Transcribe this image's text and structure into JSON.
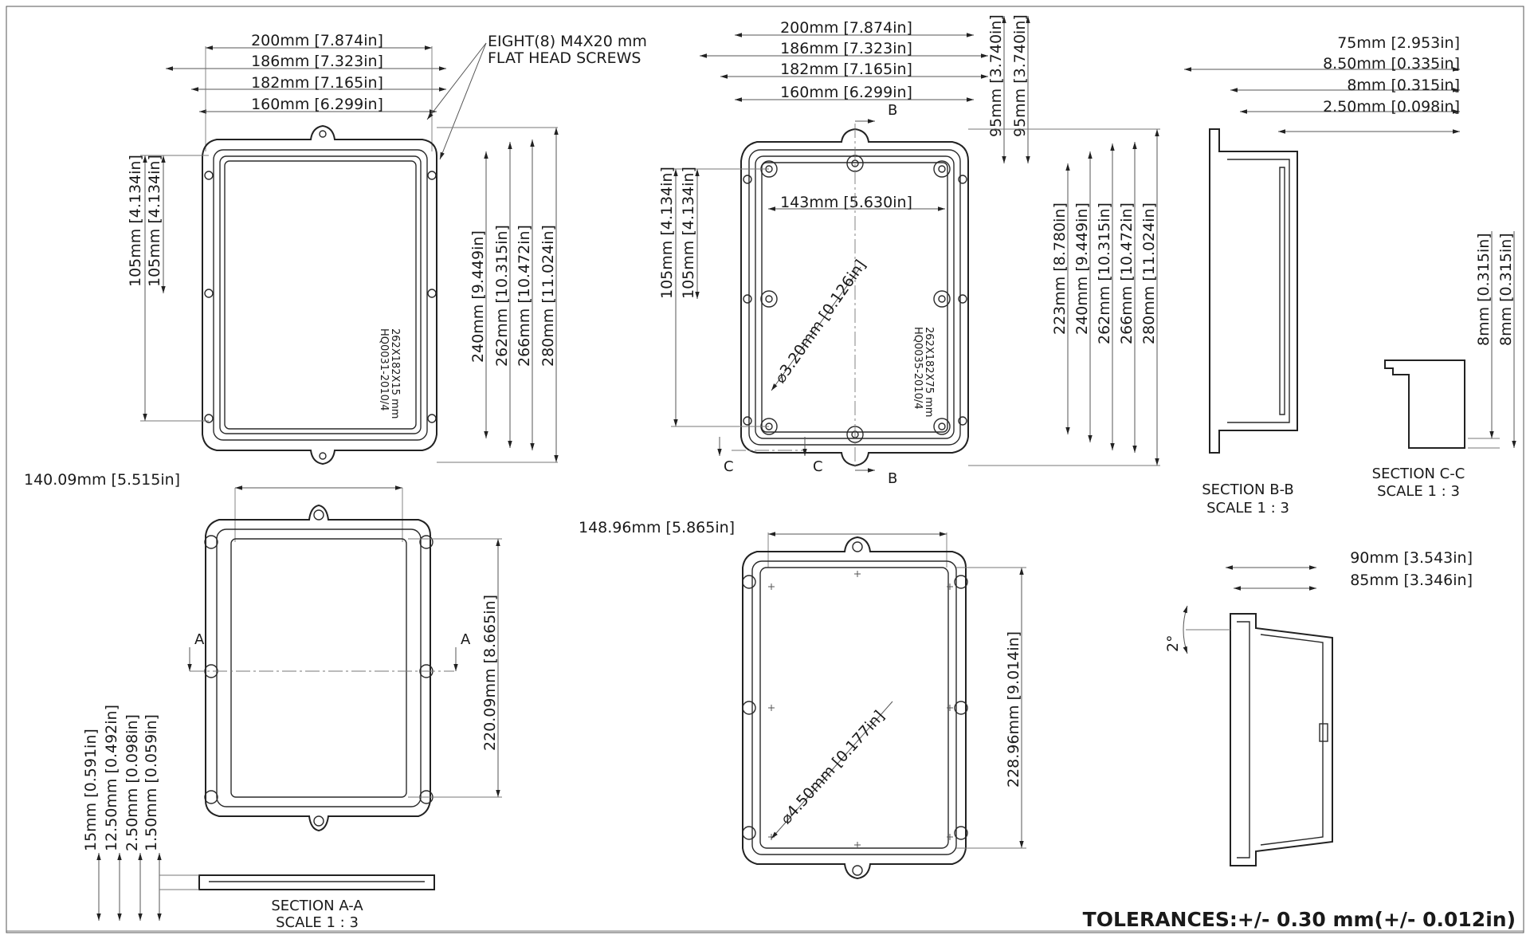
{
  "views": {
    "top_left": {
      "horiz_dims": [
        "200mm [7.874in]",
        "186mm [7.323in]",
        "182mm [7.165in]",
        "160mm [6.299in]"
      ],
      "vert_dims_left": [
        "105mm [4.134in]",
        "105mm [4.134in]"
      ],
      "vert_dims_right": [
        "240mm [9.449in]",
        "262mm [10.315in]",
        "266mm [10.472in]",
        "280mm [11.024in]"
      ],
      "screw_note_line1": "EIGHT(8) M4X20 mm",
      "screw_note_line2": "FLAT HEAD SCREWS",
      "part_label_line1": "HQ0031-2010/4",
      "part_label_line2": "262X182X15 mm"
    },
    "top_middle": {
      "horiz_dims": [
        "200mm [7.874in]",
        "186mm [7.323in]",
        "182mm [7.165in]",
        "160mm [6.299in]"
      ],
      "inner_dim": "143mm [5.630in]",
      "vert_dims_left": [
        "105mm [4.134in]",
        "105mm [4.134in]"
      ],
      "vert_dims_top": [
        "95mm [3.740in]",
        "95mm [3.740in]"
      ],
      "vert_dims_right": [
        "223mm [8.780in]",
        "240mm [9.449in]",
        "262mm [10.315in]",
        "266mm [10.472in]",
        "280mm [11.024in]"
      ],
      "hole_dim": "⌀3.20mm [0.126in]",
      "part_label_line1": "HQ0035-2010/4",
      "part_label_line2": "262X182X75 mm",
      "cut_b": "B",
      "cut_c": "C"
    },
    "section_bb": {
      "dims": [
        "75mm [2.953in]",
        "8.50mm [0.335in]",
        "8mm [0.315in]",
        "2.50mm [0.098in]"
      ],
      "title": "SECTION B-B",
      "scale": "SCALE 1 : 3"
    },
    "section_cc": {
      "dims": [
        "8mm [0.315in]",
        "8mm [0.315in]"
      ],
      "title": "SECTION C-C",
      "scale": "SCALE 1 : 3"
    },
    "bottom_left": {
      "width_dim": "140.09mm [5.515in]",
      "height_dim": "220.09mm [8.665in]",
      "cut_a": "A",
      "thickness_dims": [
        "15mm [0.591in]",
        "12.50mm [0.492in]",
        "2.50mm [0.098in]",
        "1.50mm [0.059in]"
      ],
      "section_title": "SECTION A-A",
      "section_scale": "SCALE 1 : 3"
    },
    "bottom_middle": {
      "width_dim": "148.96mm [5.865in]",
      "height_dim": "228.96mm [9.014in]",
      "hole_dim": "⌀4.50mm [0.177in]"
    },
    "side_view": {
      "dims": [
        "90mm [3.543in]",
        "85mm [3.346in]"
      ],
      "angle": "2°"
    }
  },
  "tolerances": "TOLERANCES:+/- 0.30 mm(+/- 0.012in)"
}
